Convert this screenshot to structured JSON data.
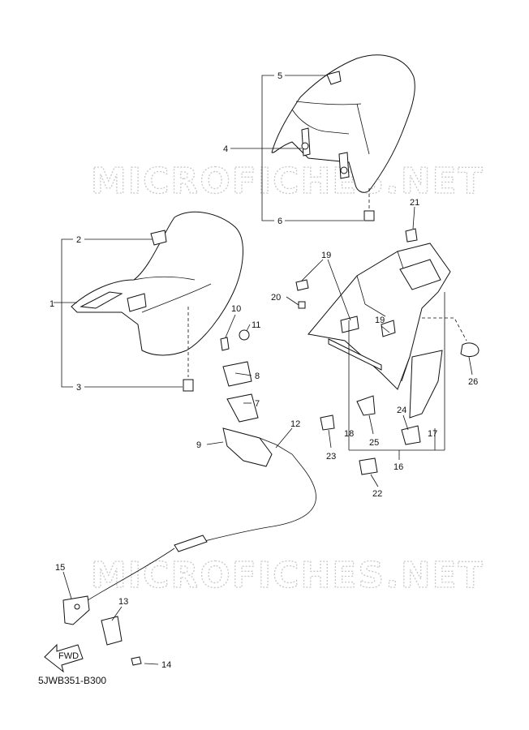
{
  "watermark": "MICROFICHES.NET",
  "diagram_code": "5JWB351-B300",
  "fwd_label": "FWD",
  "callouts": [
    {
      "id": "c1",
      "text": "1"
    },
    {
      "id": "c2",
      "text": "2"
    },
    {
      "id": "c3",
      "text": "3"
    },
    {
      "id": "c4",
      "text": "4"
    },
    {
      "id": "c5",
      "text": "5"
    },
    {
      "id": "c6",
      "text": "6"
    },
    {
      "id": "c7",
      "text": "7"
    },
    {
      "id": "c8",
      "text": "8"
    },
    {
      "id": "c9",
      "text": "9"
    },
    {
      "id": "c10",
      "text": "10"
    },
    {
      "id": "c11",
      "text": "11"
    },
    {
      "id": "c12",
      "text": "12"
    },
    {
      "id": "c13",
      "text": "13"
    },
    {
      "id": "c14",
      "text": "14"
    },
    {
      "id": "c15",
      "text": "15"
    },
    {
      "id": "c16",
      "text": "16"
    },
    {
      "id": "c17",
      "text": "17"
    },
    {
      "id": "c18",
      "text": "18"
    },
    {
      "id": "c19a",
      "text": "19"
    },
    {
      "id": "c19b",
      "text": "19"
    },
    {
      "id": "c20",
      "text": "20"
    },
    {
      "id": "c21",
      "text": "21"
    },
    {
      "id": "c22",
      "text": "22"
    },
    {
      "id": "c23",
      "text": "23"
    },
    {
      "id": "c24",
      "text": "24"
    },
    {
      "id": "c25",
      "text": "25"
    },
    {
      "id": "c26",
      "text": "26"
    }
  ]
}
